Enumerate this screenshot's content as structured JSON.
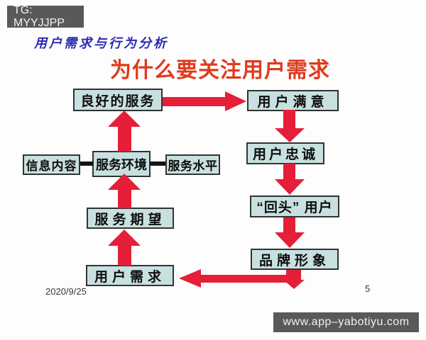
{
  "watermarks": {
    "top": "TG: MYYJJPP",
    "bottom": "www.app–yabotiyu.com"
  },
  "slide": {
    "subtitle": "用户需求与行为分析",
    "title": "为什么要关注用户需求",
    "date": "2020/9/25",
    "page_number": "5"
  },
  "diagram": {
    "boxes": {
      "good_service": "良好的服务",
      "user_satisfaction": "用户满意",
      "user_loyalty": "用户忠诚",
      "returning_users": "“回头” 用户",
      "brand_image": "品牌形象",
      "info_content": "信息内容",
      "service_environment": "服务环境",
      "service_level": "服务水平",
      "service_expectation": "服务期望",
      "user_needs": "用户需求"
    },
    "connections": [
      {
        "from": "服务环境",
        "to": "良好的服务",
        "style": "red-arrow-up"
      },
      {
        "from": "良好的服务",
        "to": "用户满意",
        "style": "red-arrow-right"
      },
      {
        "from": "用户满意",
        "to": "用户忠诚",
        "style": "red-arrow-down"
      },
      {
        "from": "用户忠诚",
        "to": "“回头” 用户",
        "style": "red-arrow-down"
      },
      {
        "from": "“回头” 用户",
        "to": "品牌形象",
        "style": "red-arrow-down"
      },
      {
        "from": "品牌形象",
        "to": "用户需求",
        "style": "red-arrow-elbow-left"
      },
      {
        "from": "用户需求",
        "to": "服务期望",
        "style": "red-arrow-up"
      },
      {
        "from": "服务期望",
        "to": "服务环境",
        "style": "red-arrow-up"
      },
      {
        "from": "信息内容",
        "to": "服务环境",
        "style": "black-line"
      },
      {
        "from": "服务水平",
        "to": "服务环境",
        "style": "black-line"
      }
    ]
  },
  "colors": {
    "arrow_red": "#e51f38",
    "title_red": "#e03a1c",
    "subtitle_blue": "#2a2ab2",
    "box_fill": "#c8e1e0",
    "box_border": "#333333",
    "badge_bg": "#59595b",
    "badge_text": "#f2f2f2"
  }
}
